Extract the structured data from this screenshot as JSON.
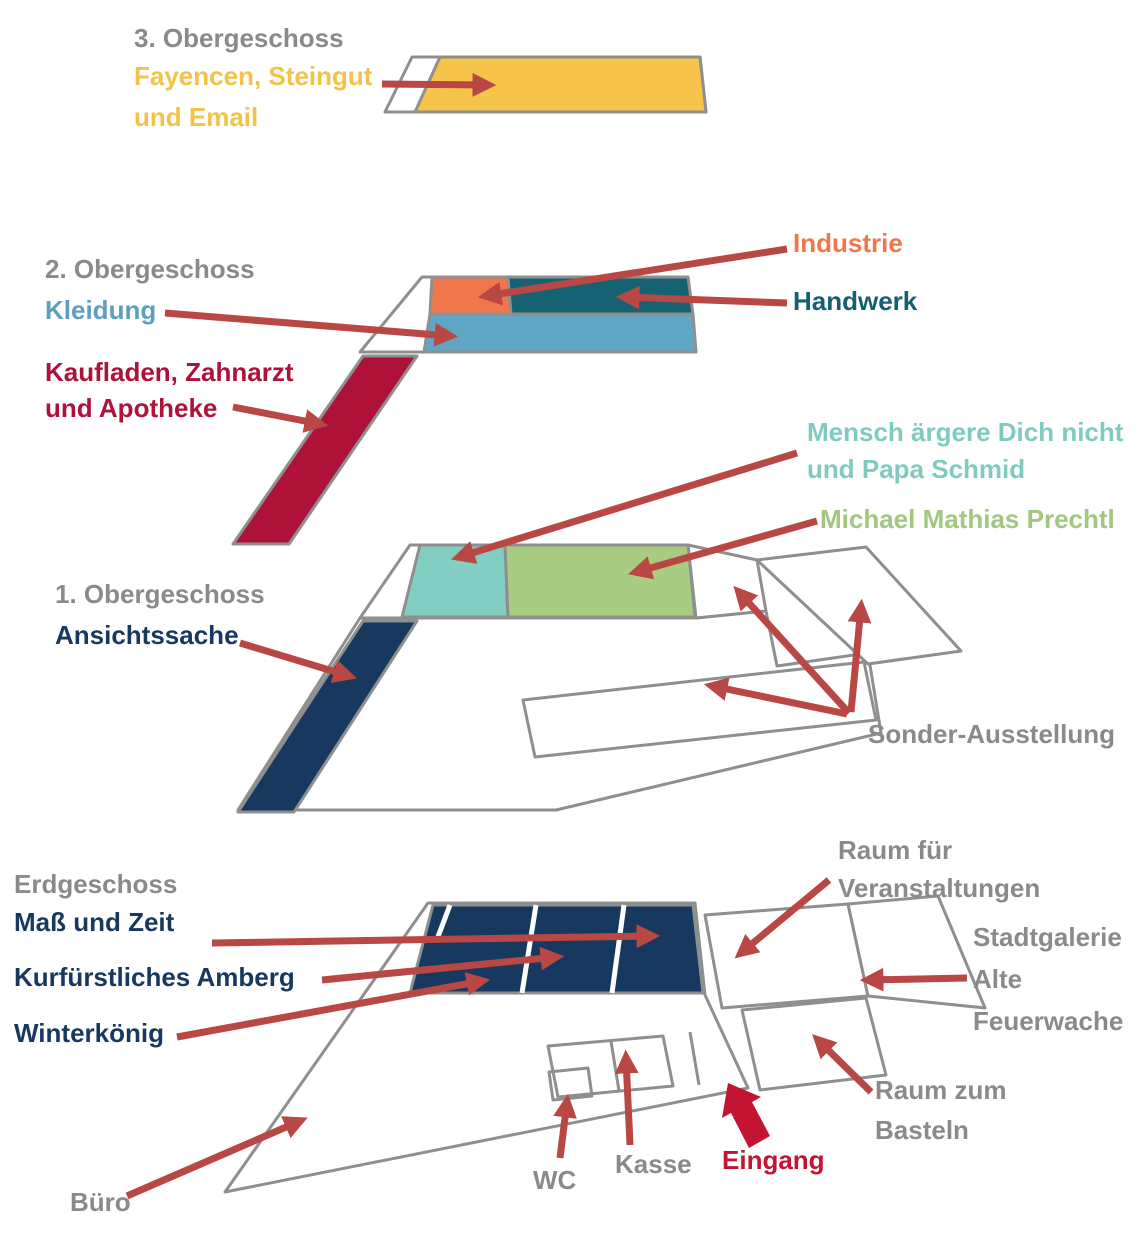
{
  "title": "Museum Gebäudeplan",
  "colors": {
    "label_gray": "#8A8A8A",
    "outline_gray": "#8F8F8F",
    "arrow_red": "#B94744",
    "eingang_red": "#C31432",
    "yellow": "#F6C44A",
    "orange": "#F0764B",
    "dark_teal": "#156272",
    "light_blue": "#5FA6C4",
    "crimson": "#AE1239",
    "aqua": "#82CEC3",
    "green": "#A8CD82",
    "navy": "#17395F"
  },
  "floor3": {
    "title": "3. Obergeschoss",
    "fayencen_line1": "Fayencen, Steingut",
    "fayencen_line2": "und Email"
  },
  "floor2": {
    "title": "2. Obergeschoss",
    "kleidung": "Kleidung",
    "kaufladen_line1": "Kaufladen, Zahnarzt",
    "kaufladen_line2": "und Apotheke",
    "industrie": "Industrie",
    "handwerk": "Handwerk"
  },
  "floor1": {
    "title": "1. Obergeschoss",
    "ansichtssache": "Ansichtssache",
    "mensch_line1": "Mensch ärgere Dich nicht",
    "mensch_line2": "und Papa Schmid",
    "prechtl": "Michael Mathias Prechtl",
    "sonder": "Sonder-Ausstellung"
  },
  "floor0": {
    "title": "Erdgeschoss",
    "mass_und_zeit": "Maß und Zeit",
    "kurfuerstliches": "Kurfürstliches Amberg",
    "winterkoenig": "Winterkönig",
    "raum_fuer_line1": "Raum für",
    "raum_fuer_line2": "Veranstaltungen",
    "stadtgalerie_line1": "Stadtgalerie",
    "stadtgalerie_line2": "Alte",
    "stadtgalerie_line3": "Feuerwache",
    "basteln_line1": "Raum zum",
    "basteln_line2": "Basteln",
    "wc": "WC",
    "kasse": "Kasse",
    "eingang": "Eingang",
    "buero": "Büro"
  }
}
